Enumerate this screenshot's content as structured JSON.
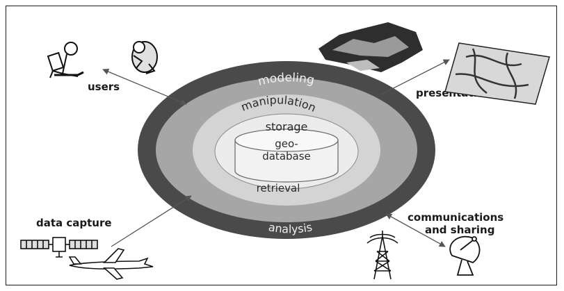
{
  "diagram": {
    "rings": {
      "outer_top": "modeling",
      "outer_bottom": "analysis",
      "middle_top": "manipulation",
      "inner_top": "storage",
      "inner_bottom": "retrieval",
      "core_line1": "geo-",
      "core_line2": "database"
    },
    "corners": {
      "top_left": "users",
      "top_right": "presentation",
      "bottom_left": "data capture",
      "bottom_right_line1": "communications",
      "bottom_right_line2": "and sharing"
    },
    "icons": {
      "top_left": [
        "reading-person-icon",
        "reading-person-icon"
      ],
      "top_right": [
        "terrain-image-icon",
        "map-image-icon"
      ],
      "bottom_left": [
        "satellite-icon",
        "airplane-icon"
      ],
      "bottom_right": [
        "radio-tower-icon",
        "satellite-dish-icon"
      ]
    },
    "colors": {
      "outer_ring": "#4a4a4a",
      "middle_ring": "#a6a6a6",
      "inner_ring": "#d4d4d4",
      "core": "#ececec",
      "text": "#1a1a1a"
    }
  }
}
